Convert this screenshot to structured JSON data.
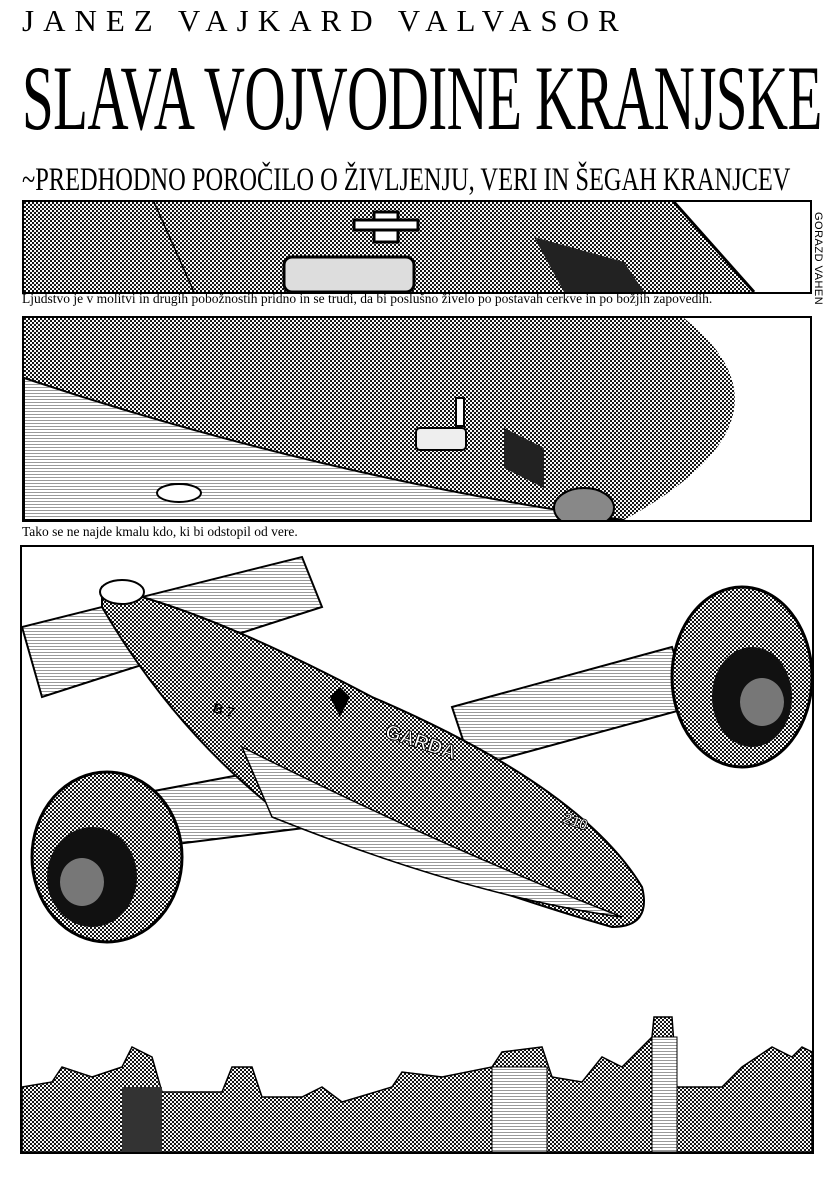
{
  "header": {
    "author": "JANEZ VAJKARD VALVASOR",
    "title": "SLAVA VOJVODINE KRANJSKE",
    "subtitle": "~PREDHODNO POROČILO O ŽIVLJENJU, VERI IN ŠEGAH KRANJCEV"
  },
  "credit": "GORAZD VAHEN",
  "panels": [
    {
      "caption": "Ljudstvo je v molitvi in drugih pobožnostih pridno in se trudi, da bi poslušno živelo po postavah cerkve in po božjih zapovedih."
    },
    {
      "caption": "Tako se ne najde kmalu kdo, ki bi odstopil od vere."
    },
    {
      "markings": {
        "name": "GARDA",
        "number": "210",
        "tail": "B 7"
      }
    }
  ]
}
